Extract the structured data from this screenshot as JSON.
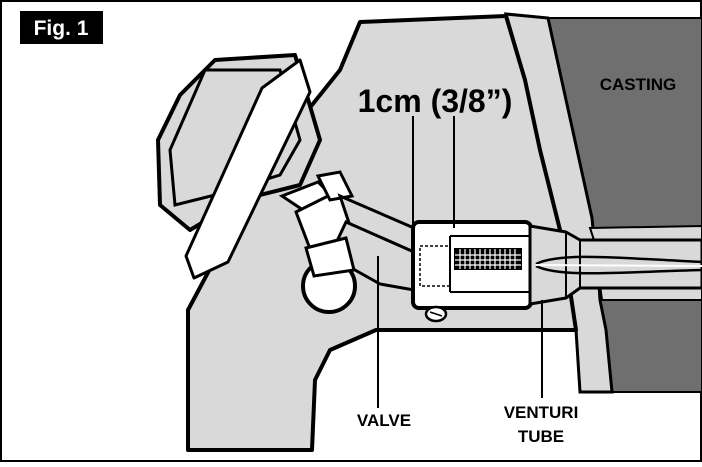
{
  "figure": {
    "label": "Fig. 1",
    "measurement": "1cm (3/8”)",
    "labels": {
      "casting": "CASTING",
      "valve": "VALVE",
      "venturi_line1": "VENTURI",
      "venturi_line2": "TUBE"
    }
  },
  "colors": {
    "frame": "#000000",
    "light_gray": "#d9d9d9",
    "dark_gray": "#6f6f6f",
    "white": "#ffffff"
  }
}
